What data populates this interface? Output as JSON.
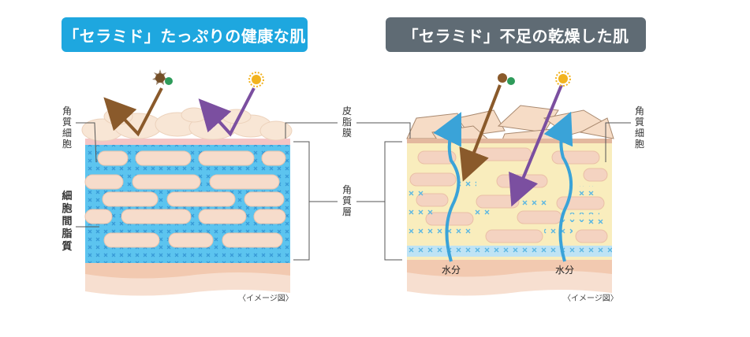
{
  "titles": {
    "left": "「セラミド」たっぷりの健康な肌",
    "right": "「セラミド」不足の乾燥した肌"
  },
  "labels": {
    "corneocyte_left": "角質細胞",
    "intercellular_lipid": "細胞間脂質",
    "sebum_film": "皮脂膜",
    "stratum_corneum": "角質層",
    "corneocyte_right": "角質細胞",
    "water_left": "水分",
    "water_right": "水分",
    "image_note_left": "〈イメージ図〉",
    "image_note_right": "〈イメージ図〉"
  },
  "colors": {
    "healthy_title": "#1ea7df",
    "dry_title": "#5f6b74",
    "lipid_blue": "#5cc4ef",
    "cell": "#f6dccb",
    "dry_layer": "#f9edbd",
    "brown_arrow": "#8a5a2b",
    "purple_arrow": "#7b4fa0",
    "water_arrow": "#3aa3d8"
  },
  "icons": [
    "pollutant-icon",
    "sun-icon"
  ]
}
